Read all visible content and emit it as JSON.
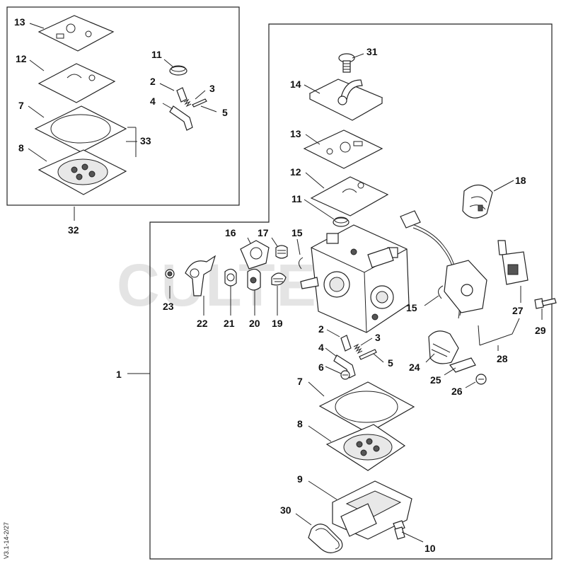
{
  "watermark": "CULTEES",
  "drawing_code": "V3.1-14-2/27",
  "callouts": {
    "c1": "1",
    "c2": "2",
    "c3": "3",
    "c4": "4",
    "c5": "5",
    "c6": "6",
    "c7": "7",
    "c8": "8",
    "c9": "9",
    "c10": "10",
    "c11": "11",
    "c12": "12",
    "c13": "13",
    "c14": "14",
    "c15": "15",
    "c16": "16",
    "c17": "17",
    "c18": "18",
    "c19": "19",
    "c20": "20",
    "c21": "21",
    "c22": "22",
    "c23": "23",
    "c24": "24",
    "c25": "25",
    "c26": "26",
    "c27": "27",
    "c28": "28",
    "c29": "29",
    "c30": "30",
    "c31": "31",
    "c32": "32",
    "c33": "33"
  }
}
